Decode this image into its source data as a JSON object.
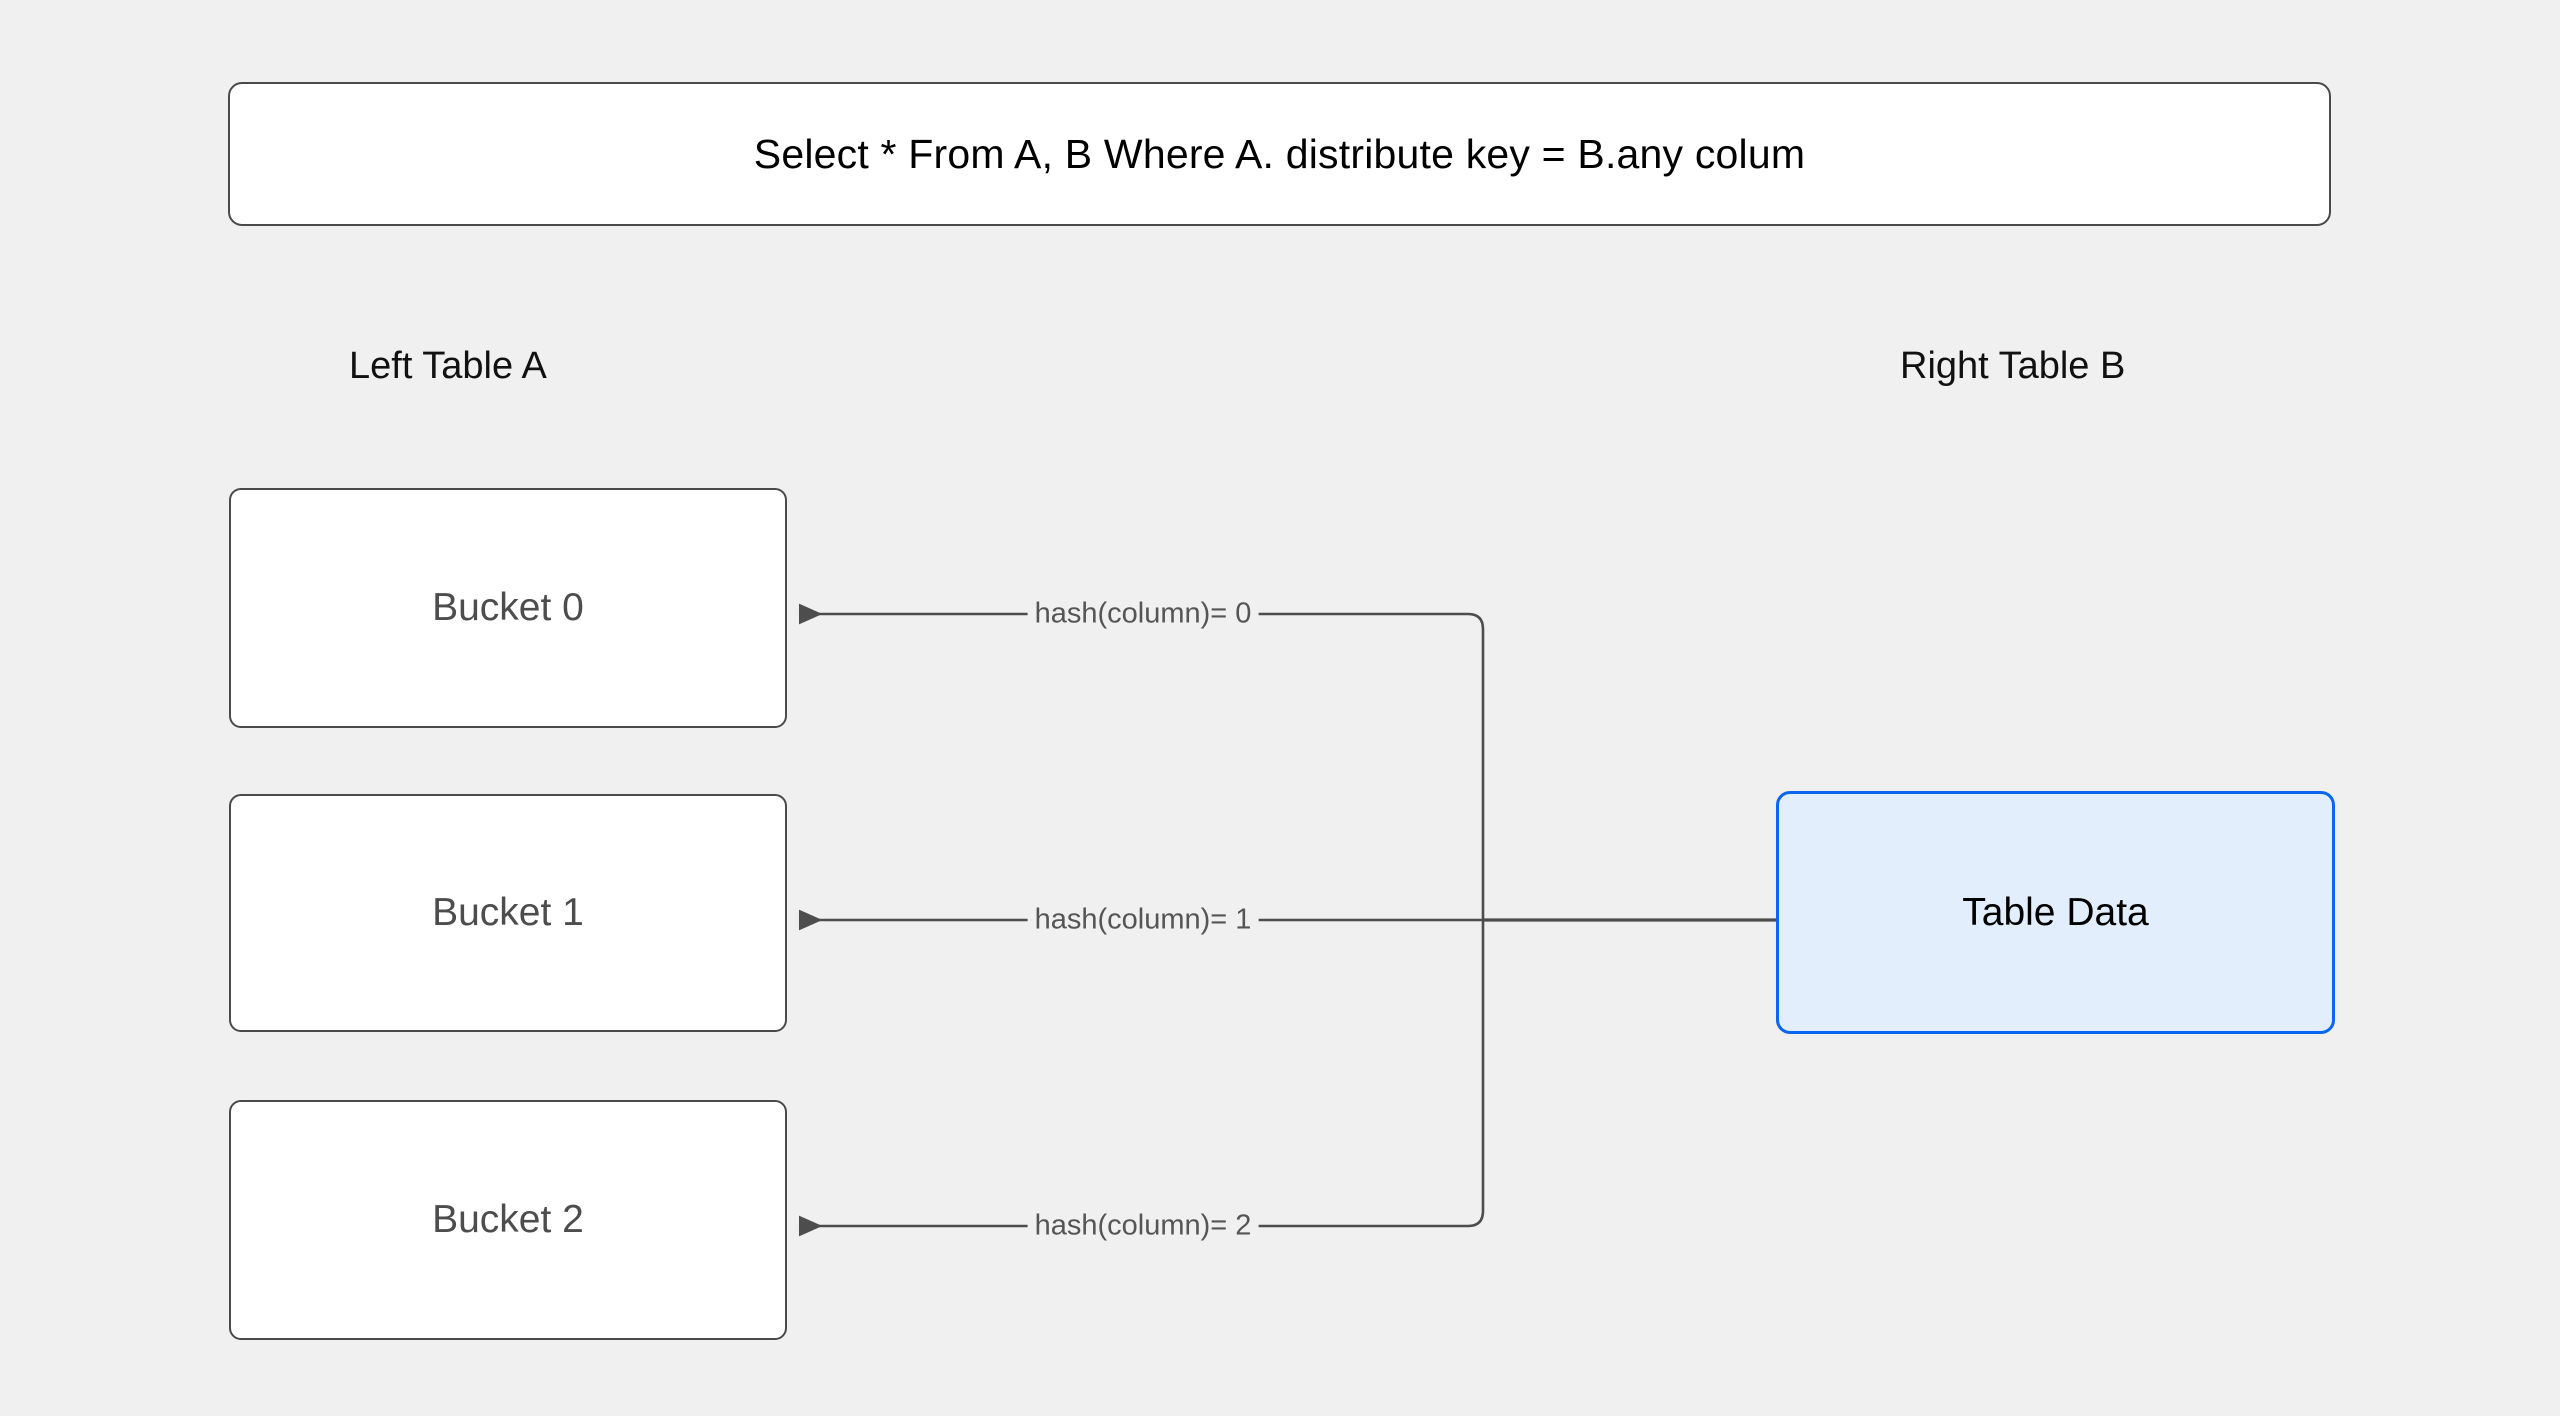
{
  "diagram": {
    "title": "Hash distribution join diagram",
    "background_color": "#f0f0f0",
    "query_box": {
      "text": "Select * From A, B Where A. distribute key = B.any colum",
      "fill": "#ffffff",
      "stroke": "#4a4a4a"
    },
    "headings": {
      "left": "Left Table A",
      "right": "Right Table B"
    },
    "buckets": [
      {
        "label": "Bucket 0",
        "fill": "#ffffff",
        "stroke": "#4a4a4a",
        "text_color": "#4d4d4d"
      },
      {
        "label": "Bucket 1",
        "fill": "#ffffff",
        "stroke": "#4a4a4a",
        "text_color": "#4d4d4d"
      },
      {
        "label": "Bucket 2",
        "fill": "#ffffff",
        "stroke": "#4a4a4a",
        "text_color": "#4d4d4d"
      }
    ],
    "source_node": {
      "label": "Table Data",
      "fill": "#e3eefd",
      "stroke": "#0a66f0",
      "text_color": "#000000"
    },
    "edges": [
      {
        "label": "hash(column)= 0",
        "from": "Table Data",
        "to": "Bucket 0",
        "stroke": "#4d4d4d"
      },
      {
        "label": "hash(column)= 1",
        "from": "Table Data",
        "to": "Bucket 1",
        "stroke": "#4d4d4d"
      },
      {
        "label": "hash(column)= 2",
        "from": "Table Data",
        "to": "Bucket 2",
        "stroke": "#4d4d4d"
      }
    ]
  }
}
